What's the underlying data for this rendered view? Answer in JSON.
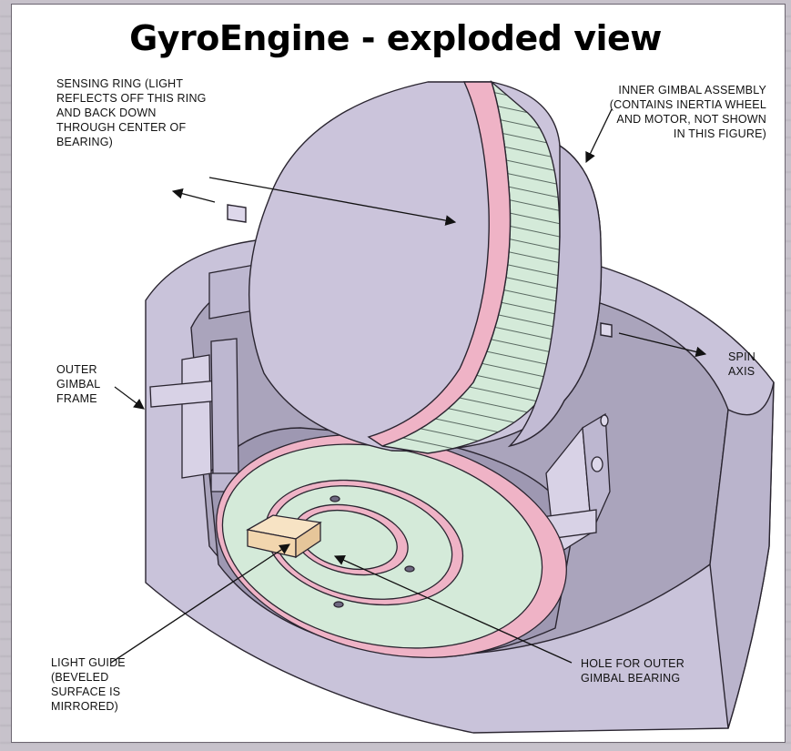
{
  "title": "GyroEngine - exploded view",
  "labels": {
    "sensing_ring": [
      "SENSING RING (LIGHT",
      "REFLECTS OFF THIS RING",
      "AND BACK DOWN",
      "THROUGH CENTER OF",
      "BEARING)"
    ],
    "inner_gimbal": [
      "INNER GIMBAL ASSEMBLY",
      "(CONTAINS INERTIA WHEEL",
      "AND MOTOR, NOT SHOWN",
      "IN THIS FIGURE)"
    ],
    "spin_axis": [
      "SPIN",
      "AXIS"
    ],
    "outer_gimbal": [
      "OUTER",
      "GIMBAL",
      "FRAME"
    ],
    "light_guide": [
      "LIGHT GUIDE",
      "(BEVELED",
      "SURFACE IS",
      "MIRRORED)"
    ],
    "hole": [
      "HOLE FOR OUTER",
      "GIMBAL BEARING"
    ]
  },
  "colors": {
    "body": "#c9c3da",
    "body_dark": "#a59fb9",
    "sphere": "#cbc4db",
    "pink_ring": "#efb3c6",
    "green_ring": "#d4ead9",
    "guide": "#f2d6ae",
    "outline": "#2a2530"
  }
}
